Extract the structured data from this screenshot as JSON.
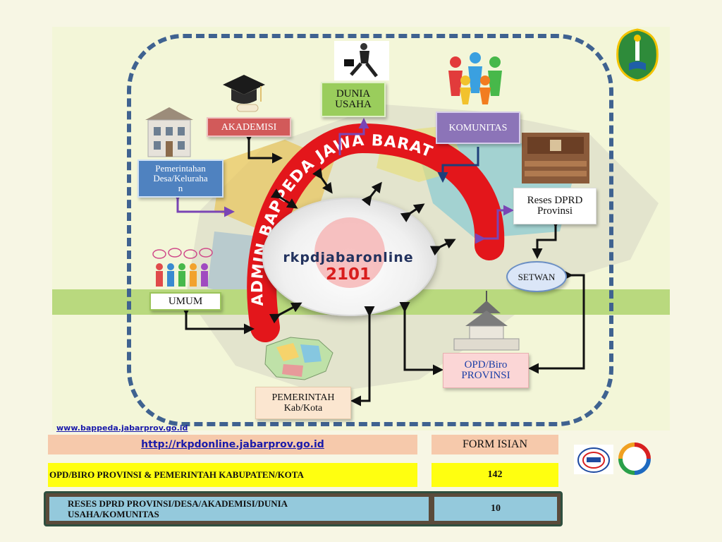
{
  "diagram": {
    "arc_label": "ADMIN BAPPEDA JAWA BARAT",
    "center_title": "rkpdjabaronline",
    "center_number": "2101",
    "nodes": {
      "akademisi": "AKADEMISI",
      "dunia_usaha": [
        "DUNIA",
        "USAHA"
      ],
      "komunitas": "KOMUNITAS",
      "pemerintahan_desa": [
        "Pemerintahan",
        "Desa/Keluraha",
        "n"
      ],
      "reses_dprd": [
        "Reses DPRD",
        "Provinsi"
      ],
      "setwan": "SETWAN",
      "umum": "UMUM",
      "opd_biro": [
        "OPD/Biro",
        "PROVINSI"
      ],
      "pemerintah_kab": [
        "PEMERINTAH",
        "Kab/Kota"
      ]
    }
  },
  "footer": {
    "website": "www.bappeda.jabarprov.go.id",
    "app_url": "http://rkpdonline.jabarprov.go.id",
    "form_label": "FORM ISIAN",
    "rows": [
      {
        "label": "OPD/BIRO PROVINSI & PEMERINTAH KABUPATEN/KOTA",
        "value": "142"
      },
      {
        "label_lines": [
          "RESES DPRD PROVINSI/DESA/AKADEMISI/DUNIA",
          "USAHA/KOMUNITAS"
        ],
        "value": "10"
      }
    ]
  },
  "colors": {
    "arc": "#e3161b",
    "dashed_border": "#3f6290",
    "akademisi": "#d25a5a",
    "dunia_usaha": "#9acd5c",
    "komunitas": "#8c74b8",
    "desa": "#4f82c0",
    "row_peach": "#f6c9ab",
    "row_yellow": "#ffff10",
    "row_blue": "#94c9dc"
  },
  "icons": [
    "west-java-emblem-icon",
    "graduation-cap-icon",
    "businessman-icon",
    "community-people-icon",
    "village-office-icon",
    "parliament-icon",
    "speech-bubble-people-icon",
    "gedung-sate-icon",
    "map-icon",
    "iso-certification-icon",
    "cycle-logo-icon"
  ]
}
